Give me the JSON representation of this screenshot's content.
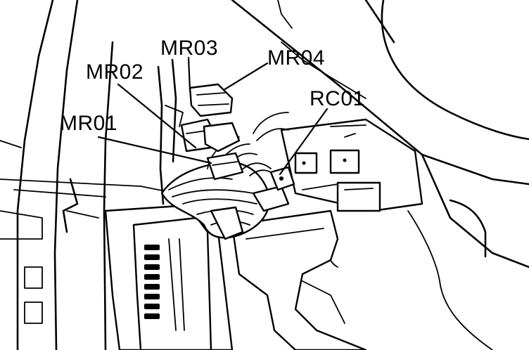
{
  "labels": {
    "mr01": "MR01",
    "mr02": "MR02",
    "mr03": "MR03",
    "mr04": "MR04",
    "rc01": "RC01"
  }
}
